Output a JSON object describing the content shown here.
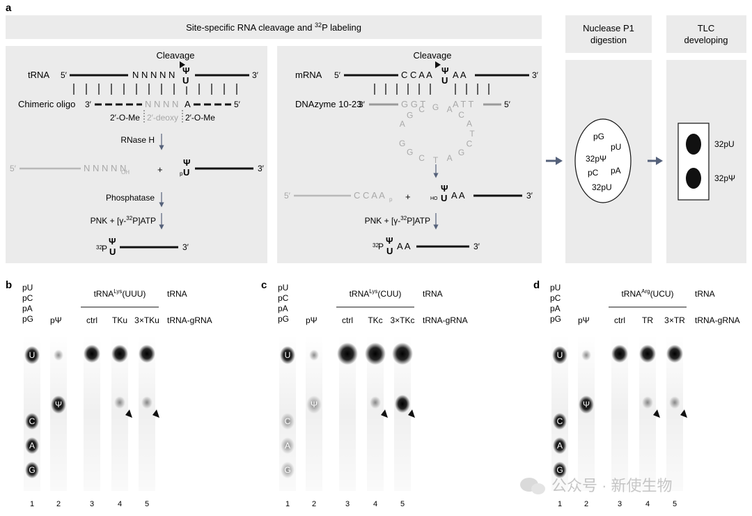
{
  "panel_a": {
    "label": "a",
    "header_main": {
      "pre": "Site-specific RNA cleavage and ",
      "iso": "32",
      "post": "P labeling"
    },
    "header_p1": [
      "Nuclease P1",
      "digestion"
    ],
    "header_tlc": [
      "TLC",
      "developing"
    ],
    "left": {
      "cleavage": "Cleavage",
      "trna_label": "tRNA",
      "five_prime": "5′",
      "three_prime": "3′",
      "trna_seq": "N N N N N",
      "psi": "Ψ",
      "u": "U",
      "oligo_label": "Chimeric oligo",
      "oligo_grey": "N N N N",
      "oligo_a": "A",
      "ome_left": "2′-O-Me",
      "deoxy": "2′-deoxy",
      "ome_right": "2′-O-Me",
      "rnase": "RNase H",
      "frag_left": "N N N N N",
      "frag_oh": "OH",
      "plus": "+",
      "p_small": "p",
      "phosphatase": "Phosphatase",
      "pnk_pre": "PNK + [γ-",
      "pnk_iso": "32",
      "pnk_post": "P]ATP",
      "iso_p": "32",
      "p_label": "P"
    },
    "right": {
      "cleavage": "Cleavage",
      "mrna_label": "mRNA",
      "five_prime": "5′",
      "three_prime": "3′",
      "mrna_left": "C C A A",
      "mrna_right": "A A",
      "psi": "Ψ",
      "u": "U",
      "dz_label": "DNAzyme 10-23",
      "dz_top_left": "G G T",
      "dz_top_right": "A T T",
      "loop_letters": [
        "A",
        "G",
        "C",
        "G",
        "A",
        "C",
        "A",
        "T",
        "C",
        "G",
        "A",
        "T",
        "C",
        "G",
        "G"
      ],
      "frag_left": "C C A A",
      "frag_p": "p",
      "plus": "+",
      "ho": "HO",
      "frag_right": "A A",
      "pnk_pre": "PNK + [γ-",
      "pnk_iso": "32",
      "pnk_post": "P]ATP",
      "iso_p": "32",
      "p_label": "P",
      "final_aa": "A A"
    },
    "p1": {
      "spots": [
        "pG",
        "pU",
        "32pΨ",
        "pC",
        "pA",
        "32pU"
      ]
    },
    "tlc": {
      "labels": [
        "32pU",
        "32pΨ"
      ]
    }
  },
  "gels": [
    {
      "label": "b",
      "standards": [
        "pU",
        "pC",
        "pA",
        "pG"
      ],
      "psi_lane": "pΨ",
      "trna": "tRNA",
      "trna_name": {
        "pre": "tRNA",
        "sup": "Lys",
        "post": "(UUU)"
      },
      "gRNA_label": "tRNA-gRNA",
      "lanes": [
        "ctrl",
        "TKu",
        "3×TKu"
      ],
      "numbers": [
        "1",
        "2",
        "3",
        "4",
        "5"
      ],
      "spot_letters": [
        "U",
        "Ψ",
        "C",
        "A",
        "G"
      ]
    },
    {
      "label": "c",
      "standards": [
        "pU",
        "pC",
        "pA",
        "pG"
      ],
      "psi_lane": "pΨ",
      "trna": "tRNA",
      "trna_name": {
        "pre": "tRNA",
        "sup": "Lys",
        "post": "(CUU)"
      },
      "gRNA_label": "tRNA-gRNA",
      "lanes": [
        "ctrl",
        "TKc",
        "3×TKc"
      ],
      "numbers": [
        "1",
        "2",
        "3",
        "4",
        "5"
      ],
      "spot_letters": [
        "U",
        "Ψ",
        "C",
        "A",
        "G"
      ]
    },
    {
      "label": "d",
      "standards": [
        "pU",
        "pC",
        "pA",
        "pG"
      ],
      "psi_lane": "pΨ",
      "trna": "tRNA",
      "trna_name": {
        "pre": "tRNA",
        "sup": "Arg",
        "post": "(UCU)"
      },
      "gRNA_label": "tRNA-gRNA",
      "lanes": [
        "ctrl",
        "TR",
        "3×TR"
      ],
      "numbers": [
        "1",
        "2",
        "3",
        "4",
        "5"
      ],
      "spot_letters": [
        "U",
        "Ψ",
        "C",
        "A",
        "G"
      ]
    }
  ],
  "watermark": "公众号 · 新使生物"
}
